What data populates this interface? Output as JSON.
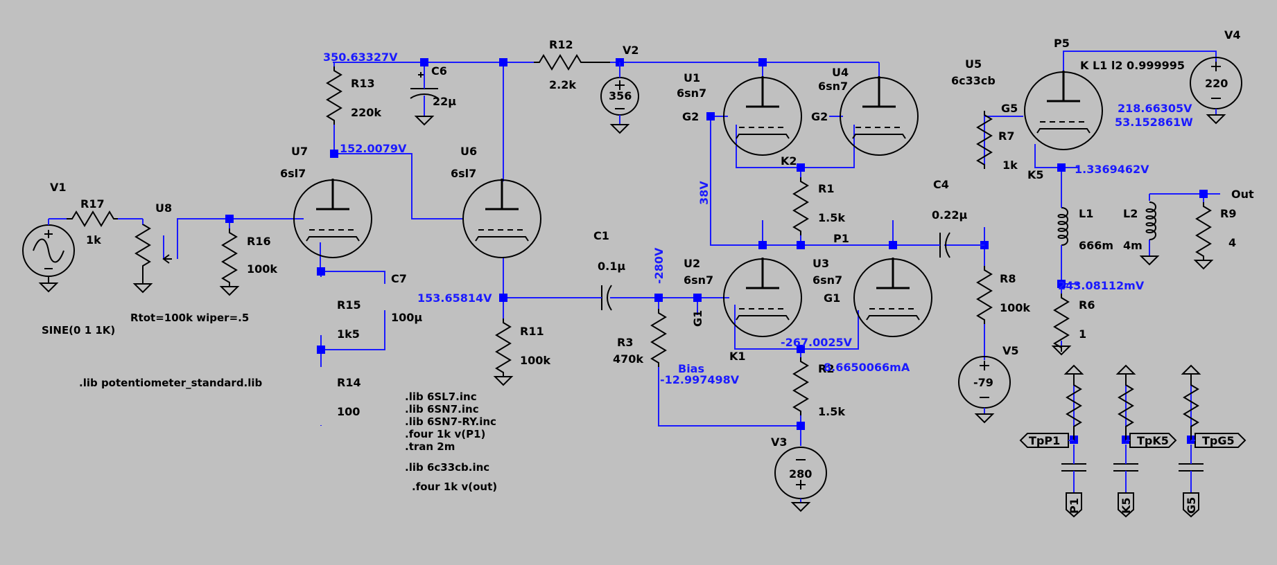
{
  "labels": {
    "V1": "V1",
    "R17": "R17",
    "R17v": "1k",
    "U8": "U8",
    "R16": "R16",
    "R16v": "100k",
    "U7": "U7",
    "U7v": "6sl7",
    "R13": "R13",
    "R13v": "220k",
    "C6": "C6",
    "C6v": "22µ",
    "U6": "U6",
    "U6v": "6sl7",
    "R12": "R12",
    "R12v": "2.2k",
    "V2": "V2",
    "V2v": "356",
    "U1": "U1",
    "U1v": "6sn7",
    "U4": "U4",
    "U4v": "6sn7",
    "G2a": "G2",
    "G2b": "G2",
    "K2": "K2",
    "R1": "R1",
    "R1v": "1.5k",
    "P1": "P1",
    "C4": "C4",
    "C4v": "0.22µ",
    "U5": "U5",
    "U5v": "6c33cb",
    "P5": "P5",
    "G5": "G5",
    "K5": "K5",
    "R7": "R7",
    "R7v": "1k",
    "V4": "V4",
    "V4v": "220",
    "coupling": "K L1 l2 0.999995",
    "L1": "L1",
    "L1v": "666m",
    "L2": "L2",
    "L2v": "4m",
    "R9": "R9",
    "R9v": "4",
    "Out": "Out",
    "R6": "R6",
    "R6v": "1",
    "R8": "R8",
    "R8v": "100k",
    "V5": "V5",
    "V5v": "-79",
    "R15": "R15",
    "R15v": "1k5",
    "C7": "C7",
    "C7v": "100µ",
    "R14": "R14",
    "R14v": "100",
    "C1": "C1",
    "C1v": "0.1µ",
    "R11": "R11",
    "R11v": "100k",
    "R3": "R3",
    "R3v": "470k",
    "Bias": "Bias",
    "U2": "U2",
    "U2v": "6sn7",
    "U3": "U3",
    "U3v": "6sn7",
    "G1a": "G1",
    "G1b": "G1",
    "K1": "K1",
    "R2": "R2",
    "R2v": "1.5k",
    "V3": "V3",
    "V3v": "280",
    "TpP1": "TpP1",
    "TpK5": "TpK5",
    "TpG5": "TpG5",
    "pP1": "P1",
    "pK5": "K5",
    "pG5": "G5"
  },
  "directives": {
    "sine": "SINE(0 1 1K)",
    "pot": "Rtot=100k wiper=.5",
    "potlib": ".lib potentiometer_standard.lib",
    "d1": ".lib 6SL7.inc",
    "d2": ".lib 6SN7.inc",
    "d3": ".lib 6SN7-RY.inc",
    "d4": ".four 1k v(P1)",
    "d5": ".tran 2m",
    "d6": ".lib 6c33cb.inc",
    "d7": ".four 1k v(out)"
  },
  "probes": {
    "supply": "350.63327V",
    "u7plate": "152.0079V",
    "u6cathode": "153.65814V",
    "v280": "-280V",
    "v38": "38V",
    "bias": "-12.997498V",
    "k1": "-267.0025V",
    "i1": "8.6650066mA",
    "p5v": "218.66305V",
    "p5w": "53.152861W",
    "k5": "1.3369462V",
    "r6": "243.08112mV"
  },
  "colors": {
    "background": "#c0c0c0",
    "wire": "#1a1aff",
    "component": "#000000",
    "node": "#0000ff"
  }
}
